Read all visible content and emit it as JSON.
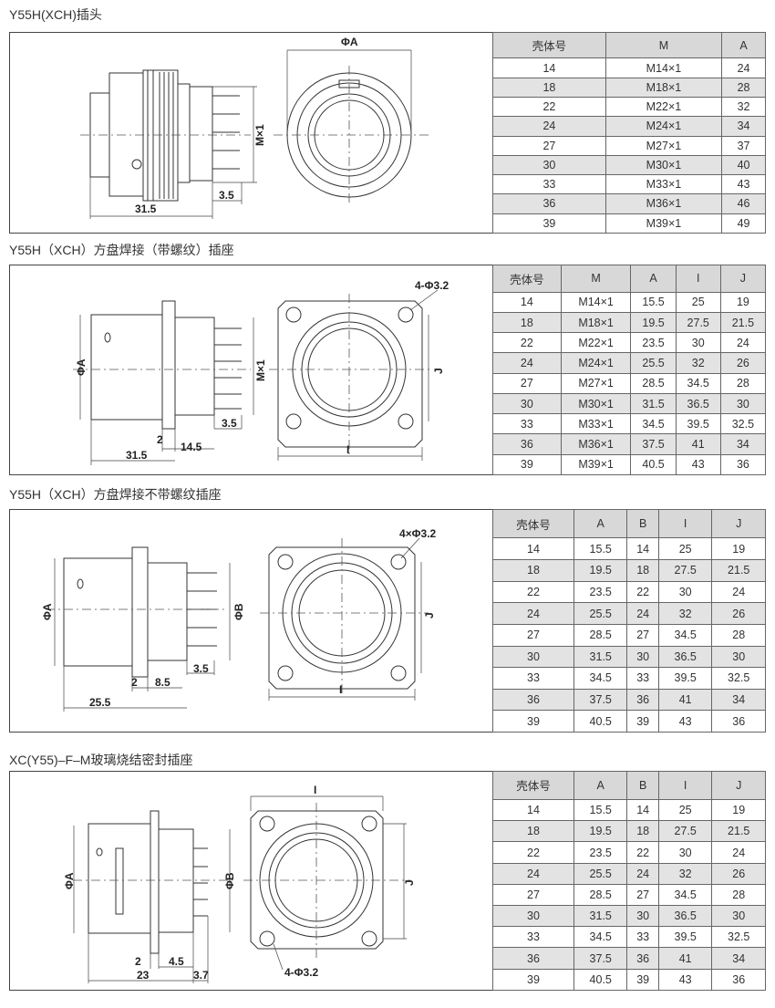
{
  "sections": [
    {
      "title": "Y55H(XCH)插头",
      "dims": {
        "phiA": "ΦA",
        "m": "M×1",
        "d1": "3.5",
        "d2": "31.5"
      },
      "table": {
        "headers": [
          "壳体号",
          "M",
          "A"
        ],
        "rows": [
          [
            "14",
            "M14×1",
            "24"
          ],
          [
            "18",
            "M18×1",
            "28"
          ],
          [
            "22",
            "M22×1",
            "32"
          ],
          [
            "24",
            "M24×1",
            "34"
          ],
          [
            "27",
            "M27×1",
            "37"
          ],
          [
            "30",
            "M30×1",
            "40"
          ],
          [
            "33",
            "M33×1",
            "43"
          ],
          [
            "36",
            "M36×1",
            "46"
          ],
          [
            "39",
            "M39×1",
            "49"
          ]
        ]
      }
    },
    {
      "title": "Y55H（XCH）方盘焊接（带螺纹）插座",
      "dims": {
        "phiA": "ΦA",
        "m": "M×1",
        "holes": "4-Φ3.2",
        "j": "J",
        "i": "I",
        "d1": "2",
        "d2": "14.5",
        "d3": "3.5",
        "d4": "31.5"
      },
      "table": {
        "headers": [
          "壳体号",
          "M",
          "A",
          "I",
          "J"
        ],
        "rows": [
          [
            "14",
            "M14×1",
            "15.5",
            "25",
            "19"
          ],
          [
            "18",
            "M18×1",
            "19.5",
            "27.5",
            "21.5"
          ],
          [
            "22",
            "M22×1",
            "23.5",
            "30",
            "24"
          ],
          [
            "24",
            "M24×1",
            "25.5",
            "32",
            "26"
          ],
          [
            "27",
            "M27×1",
            "28.5",
            "34.5",
            "28"
          ],
          [
            "30",
            "M30×1",
            "31.5",
            "36.5",
            "30"
          ],
          [
            "33",
            "M33×1",
            "34.5",
            "39.5",
            "32.5"
          ],
          [
            "36",
            "M36×1",
            "37.5",
            "41",
            "34"
          ],
          [
            "39",
            "M39×1",
            "40.5",
            "43",
            "36"
          ]
        ]
      }
    },
    {
      "title": "Y55H（XCH）方盘焊接不带螺纹插座",
      "dims": {
        "phiA": "ΦA",
        "phiB": "ΦB",
        "holes": "4×Φ3.2",
        "j": "J",
        "i": "I",
        "d1": "2",
        "d2": "8.5",
        "d3": "3.5",
        "d4": "25.5"
      },
      "table": {
        "headers": [
          "壳体号",
          "A",
          "B",
          "I",
          "J"
        ],
        "rows": [
          [
            "14",
            "15.5",
            "14",
            "25",
            "19"
          ],
          [
            "18",
            "19.5",
            "18",
            "27.5",
            "21.5"
          ],
          [
            "22",
            "23.5",
            "22",
            "30",
            "24"
          ],
          [
            "24",
            "25.5",
            "24",
            "32",
            "26"
          ],
          [
            "27",
            "28.5",
            "27",
            "34.5",
            "28"
          ],
          [
            "30",
            "31.5",
            "30",
            "36.5",
            "30"
          ],
          [
            "33",
            "34.5",
            "33",
            "39.5",
            "32.5"
          ],
          [
            "36",
            "37.5",
            "36",
            "41",
            "34"
          ],
          [
            "39",
            "40.5",
            "39",
            "43",
            "36"
          ]
        ]
      }
    },
    {
      "title": "XC(Y55)–F–M玻璃烧结密封插座",
      "dims": {
        "phiA": "ΦA",
        "phiB": "ΦB",
        "holes": "4-Φ3.2",
        "j": "J",
        "i": "I",
        "d1": "2",
        "d2": "4.5",
        "d3": "23",
        "d4": "3.7"
      },
      "table": {
        "headers": [
          "壳体号",
          "A",
          "B",
          "I",
          "J"
        ],
        "rows": [
          [
            "14",
            "15.5",
            "14",
            "25",
            "19"
          ],
          [
            "18",
            "19.5",
            "18",
            "27.5",
            "21.5"
          ],
          [
            "22",
            "23.5",
            "22",
            "30",
            "24"
          ],
          [
            "24",
            "25.5",
            "24",
            "32",
            "26"
          ],
          [
            "27",
            "28.5",
            "27",
            "34.5",
            "28"
          ],
          [
            "30",
            "31.5",
            "30",
            "36.5",
            "30"
          ],
          [
            "33",
            "34.5",
            "33",
            "39.5",
            "32.5"
          ],
          [
            "36",
            "37.5",
            "36",
            "41",
            "34"
          ],
          [
            "39",
            "40.5",
            "39",
            "43",
            "36"
          ]
        ]
      }
    }
  ]
}
